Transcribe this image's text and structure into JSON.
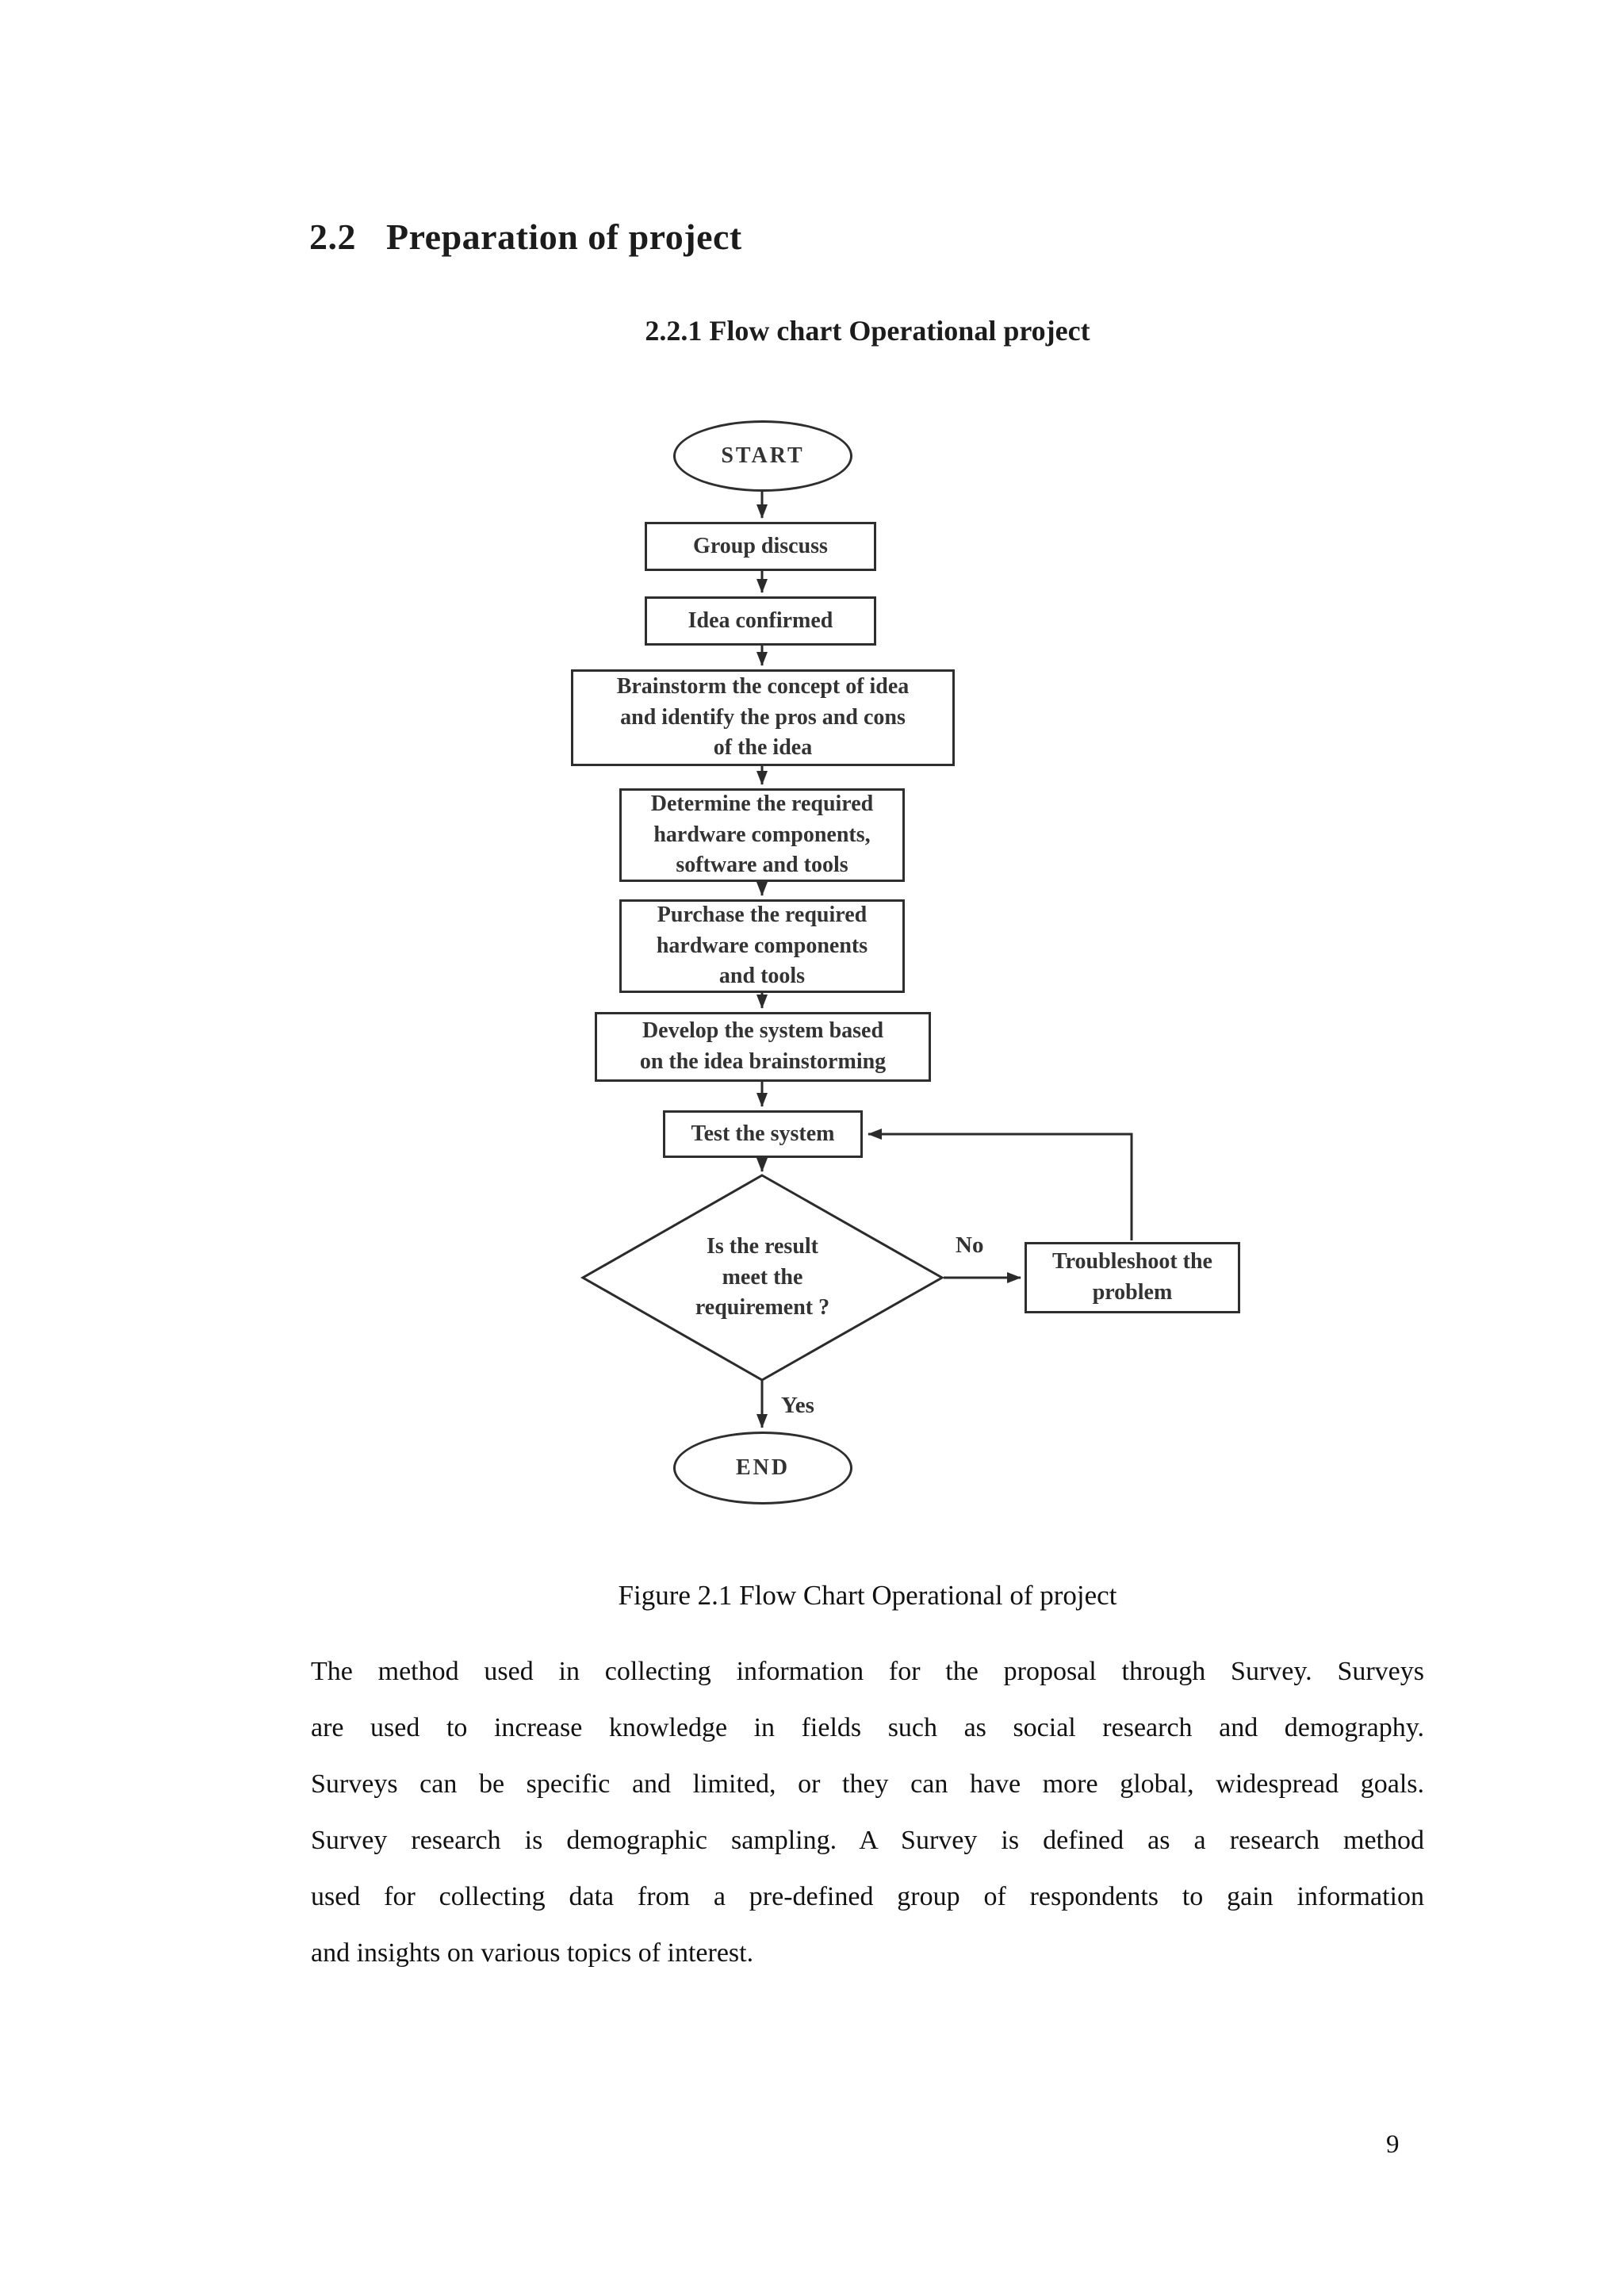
{
  "page": {
    "heading_number": "2.2",
    "heading_text": "Preparation of project",
    "subheading": "2.2.1 Flow chart Operational project",
    "caption": "Figure 2.1 Flow Chart Operational of project",
    "page_number": "9",
    "paragraph_lines": [
      "The method used in collecting information for the proposal through Survey. Surveys",
      "are used to increase knowledge in fields such as social research and demography.",
      "Surveys can be specific and limited, or they can have more global, widespread goals.",
      "Survey research is demographic sampling. A Survey is defined as a research method",
      "used for collecting data from a pre-defined group of respondents to gain information",
      "and insights on various topics of interest."
    ]
  },
  "flowchart": {
    "stroke_color": "#2b2b2b",
    "nodes": {
      "start": {
        "label": "START"
      },
      "group_discuss": {
        "lines": [
          "Group discuss"
        ]
      },
      "idea_confirmed": {
        "lines": [
          "Idea confirmed"
        ]
      },
      "brainstorm": {
        "lines": [
          "Brainstorm the concept of idea",
          "and identify the pros and cons",
          "of the idea"
        ]
      },
      "determine": {
        "lines": [
          "Determine the required",
          "hardware components,",
          "software and tools"
        ]
      },
      "purchase": {
        "lines": [
          "Purchase the required",
          "hardware components",
          "and tools"
        ]
      },
      "develop": {
        "lines": [
          "Develop the system based",
          "on the idea brainstorming"
        ]
      },
      "test": {
        "lines": [
          "Test the system"
        ]
      },
      "decision": {
        "lines": [
          "Is the result",
          "meet the",
          "requirement ?"
        ]
      },
      "troubleshoot": {
        "lines": [
          "Troubleshoot the",
          "problem"
        ]
      },
      "end": {
        "label": "END"
      }
    },
    "edge_labels": {
      "yes": "Yes",
      "no": "No"
    }
  }
}
